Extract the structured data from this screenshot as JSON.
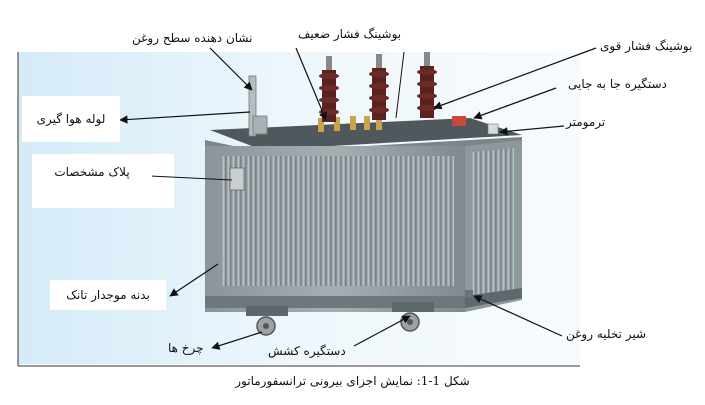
{
  "labels": {
    "low_voltage_bushing": "بوشینگ فشار ضعیف",
    "oil_level_indicator": "نشان دهنده سطح روغن",
    "high_voltage_bushing": "بوشینگ فشار قوی",
    "tap_changer": "دستگیره جا به جایی",
    "thermometer": "ترمومتر",
    "breather_pipe": "لوله هوا گیری",
    "nameplate": "پلاک مشخصات",
    "tank_body": "بدنه موجدار تانک",
    "drain_valve": "شیر تخلیه روغن",
    "wheels": "چرخ ها",
    "pulling_handle": "دستگیره کشش"
  },
  "caption": "شکل 1-1: نمایش اجزای بیرونی ترانسفورماتور",
  "colors": {
    "tank_gray": "#8e979c",
    "fin_gray": "#9aa3a8",
    "bushing_brown": "#5a2320",
    "background_blue": "#dceef8",
    "outline": "#333333"
  }
}
